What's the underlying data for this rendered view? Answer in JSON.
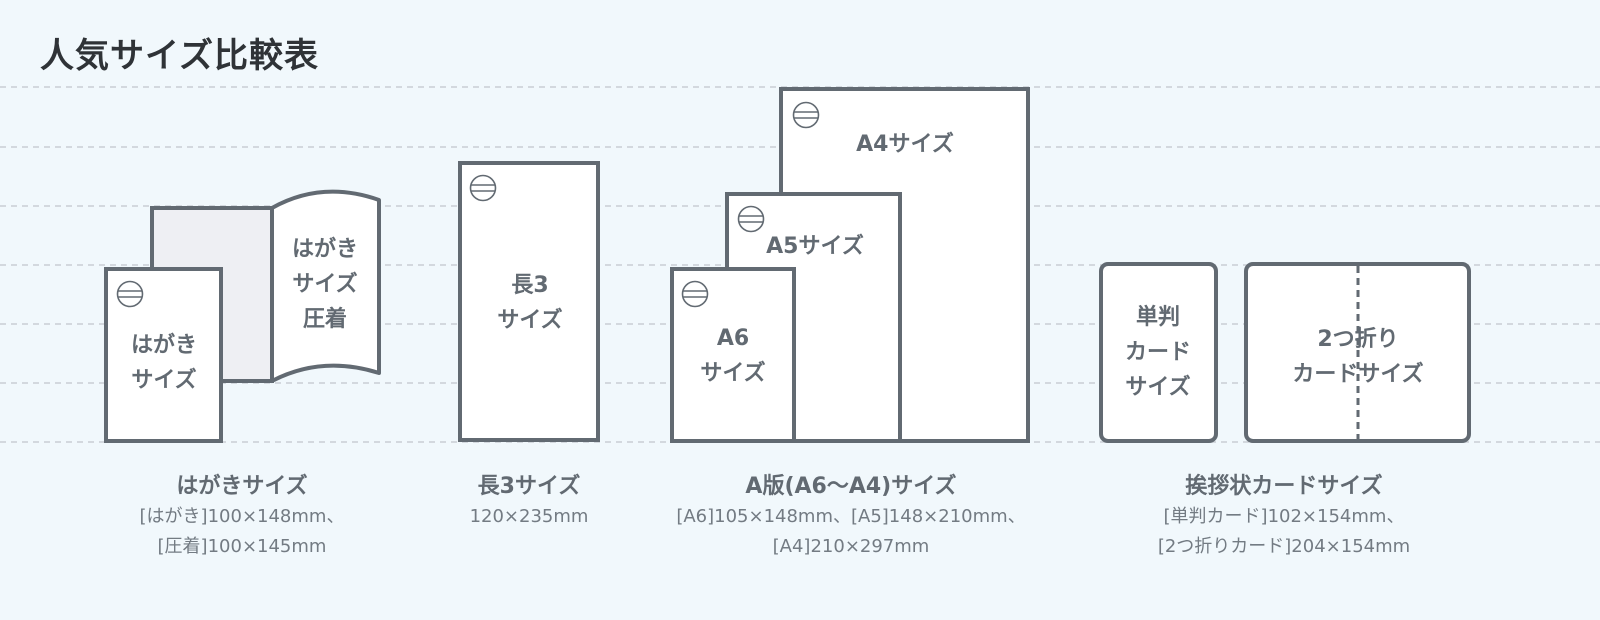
{
  "title": "人気サイズ比較表",
  "colors": {
    "background": "#f1f8fc",
    "outline": "#626a72",
    "paper": "#ffffff",
    "back_paper": "#eeeff3",
    "grid": "#c9ced3",
    "title_text": "#2f3337",
    "label_text": "#626a72",
    "caption_text": "#737b83"
  },
  "icons": {
    "paper_mark": "circle-with-double-horizontal-line-icon"
  },
  "groups": [
    {
      "id": "hagaki",
      "shapes": [
        {
          "id": "hagaki-card",
          "label_lines": [
            "はがき",
            "サイズ"
          ]
        },
        {
          "id": "hagaki-pressure-seal",
          "label_lines": [
            "はがき",
            "サイズ",
            "圧着"
          ]
        }
      ],
      "caption": {
        "name": "はがきサイズ",
        "dims_lines": [
          "[はがき]100×148mm、",
          "[圧着]100×145mm"
        ]
      }
    },
    {
      "id": "naga3",
      "shapes": [
        {
          "id": "naga3-envelope",
          "label_lines": [
            "長3",
            "サイズ"
          ]
        }
      ],
      "caption": {
        "name": "長3サイズ",
        "dims_lines": [
          "120×235mm"
        ]
      }
    },
    {
      "id": "a-series",
      "shapes": [
        {
          "id": "a4",
          "label_lines": [
            "A4サイズ"
          ]
        },
        {
          "id": "a5",
          "label_lines": [
            "A5サイズ"
          ]
        },
        {
          "id": "a6",
          "label_lines": [
            "A6",
            "サイズ"
          ]
        }
      ],
      "caption": {
        "name": "A版(A6〜A4)サイズ",
        "dims_lines": [
          "[A6]105×148mm、[A5]148×210mm、",
          "[A4]210×297mm"
        ]
      }
    },
    {
      "id": "greeting-card",
      "shapes": [
        {
          "id": "single-card",
          "label_lines": [
            "単判",
            "カード",
            "サイズ"
          ]
        },
        {
          "id": "folded-card",
          "label_lines": [
            "2つ折り",
            "カードサイズ"
          ]
        }
      ],
      "caption": {
        "name": "挨拶状カードサイズ",
        "dims_lines": [
          "[単判カード]102×154mm、",
          "[2つ折りカード]204×154mm"
        ]
      }
    }
  ]
}
